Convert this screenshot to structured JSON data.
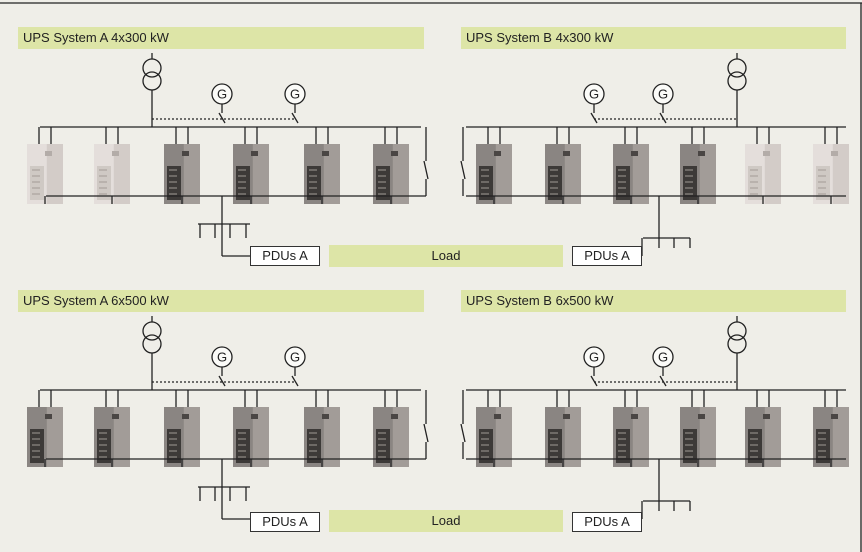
{
  "diagram": {
    "rows": [
      {
        "systems": [
          {
            "title": "UPS System A 4x300 kW",
            "cabinets": [
              "light",
              "light",
              "dark",
              "dark",
              "dark",
              "dark"
            ]
          },
          {
            "title": "UPS System B 4x300 kW",
            "cabinets": [
              "dark",
              "dark",
              "dark",
              "dark",
              "light",
              "light"
            ]
          }
        ],
        "pdu_left": "PDUs A",
        "pdu_right": "PDUs A",
        "load": "Load"
      },
      {
        "systems": [
          {
            "title": "UPS System A 6x500 kW",
            "cabinets": [
              "dark",
              "dark",
              "dark",
              "dark",
              "dark",
              "dark"
            ]
          },
          {
            "title": "UPS System B 6x500 kW",
            "cabinets": [
              "dark",
              "dark",
              "dark",
              "dark",
              "dark",
              "dark"
            ]
          }
        ],
        "pdu_left": "PDUs A",
        "pdu_right": "PDUs A",
        "load": "Load"
      }
    ],
    "symbols": {
      "generator": "G",
      "transformer": "transformer-icon"
    },
    "colors": {
      "background": "#efeee8",
      "header": "#dde5a7",
      "line": "#222222",
      "cabinet_light": "#e4dedb",
      "cabinet_dark": "#8a8582"
    }
  }
}
